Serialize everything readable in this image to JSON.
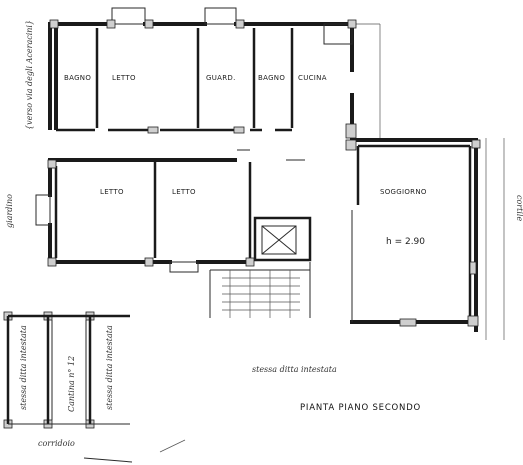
{
  "rooms": {
    "bagno_1": "BAGNO",
    "letto_1": "LETTO",
    "guardaroba": "GUARD.",
    "bagno_2": "BAGNO",
    "cucina": "CUCINA",
    "letto_2": "LETTO",
    "letto_3": "LETTO",
    "soggiorno": "SOGGIORNO"
  },
  "height_note": "h = 2.90",
  "side_labels": {
    "left_top": "{verso via degli Aceracini}",
    "left_bottom": "giardino",
    "right": "cortile"
  },
  "bottom_note": "stessa ditta intestata",
  "drawing_title": "PIANTA  PIANO SECONDO",
  "cantina": {
    "label_left": "stessa ditta intestata",
    "label_mid": "Cantina n° 12",
    "label_right": "stessa ditta intestata",
    "corridor": "corridoio"
  }
}
